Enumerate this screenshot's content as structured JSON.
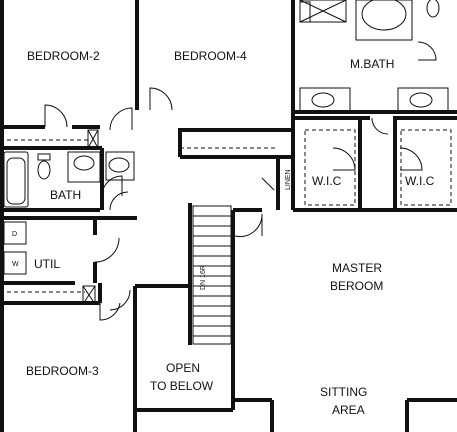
{
  "plan": {
    "rooms": {
      "bedroom2": "BEDROOM-2",
      "bedroom4": "BEDROOM-4",
      "mbath": "M.BATH",
      "bath": "BATH",
      "wic_left": "W.I.C",
      "wic_right": "W.I.C",
      "linen": "LINEN",
      "util": "UTIL",
      "master_line1": "MASTER",
      "master_line2": "BEROOM",
      "bedroom3": "BEDROOM-3",
      "open_line1": "OPEN",
      "open_line2": "TO BELOW",
      "sitting_line1": "SITTING",
      "sitting_line2": "AREA"
    },
    "stair_label": "DN 16R",
    "appliances": {
      "dryer": "D",
      "washer": "W"
    }
  }
}
